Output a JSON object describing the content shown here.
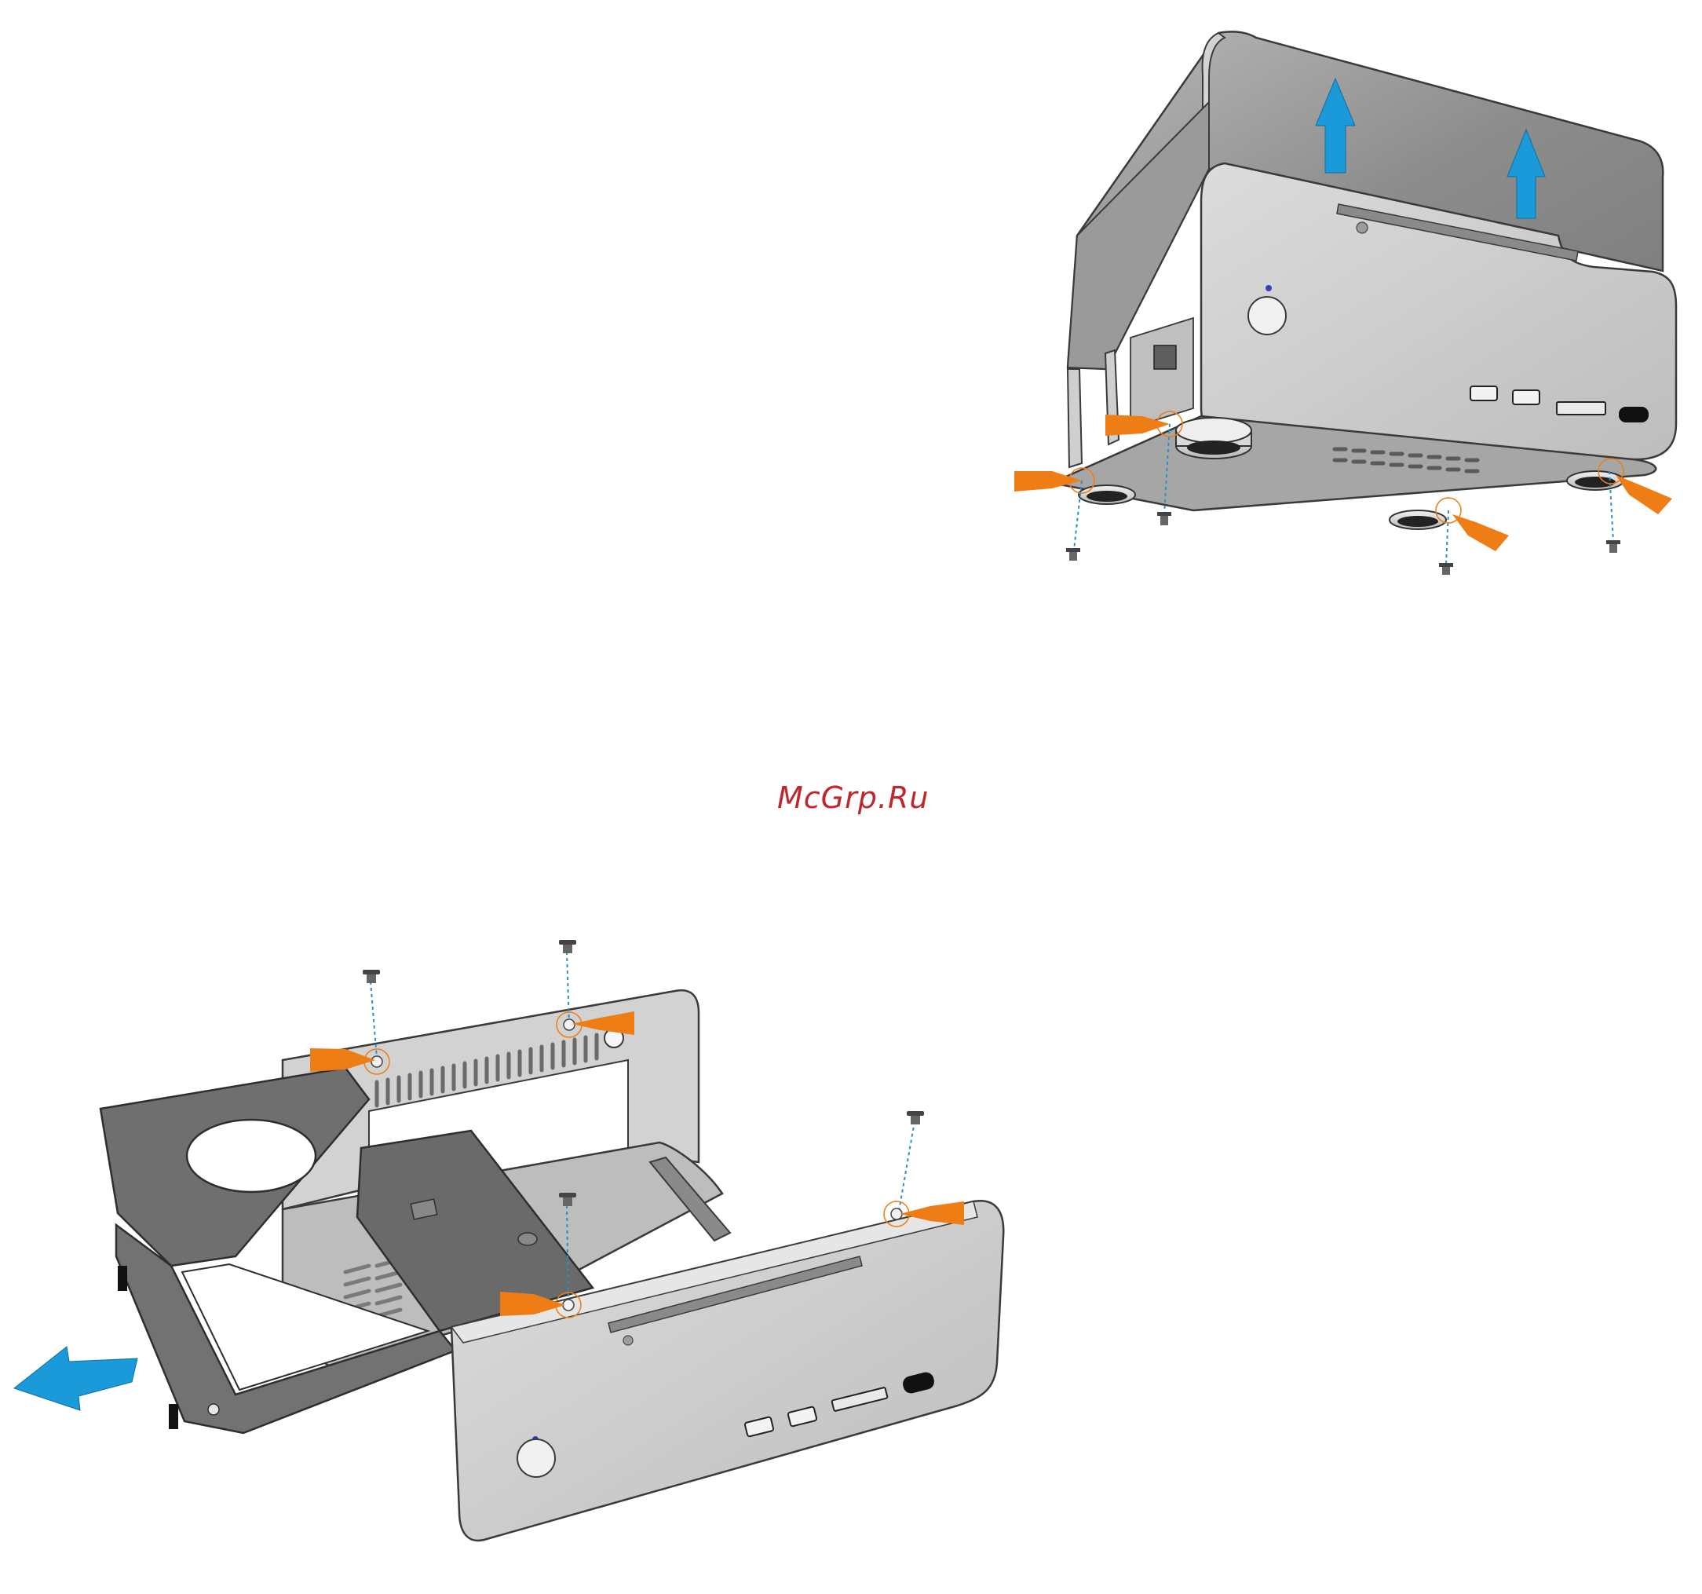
{
  "watermark": {
    "text": "McGrp.Ru",
    "color": "#c0272d"
  },
  "colors": {
    "background": "#ffffff",
    "case_light": "#c8c8c8",
    "case_mid": "#a9a9a9",
    "case_dark": "#7e7e7e",
    "tray_dark": "#6f6f6f",
    "outline": "#3a3a3a",
    "orange_arrow": "#ee7d16",
    "blue_arrow": "#1a9ad9",
    "screw_line": "#2a8fc7",
    "power_led": "#3040c0"
  },
  "figures": [
    {
      "name": "top-cover-removal",
      "icons": [
        "blue-arrow-up-icon",
        "orange-pointer-icon",
        "screw-icon",
        "foot-icon"
      ]
    },
    {
      "name": "drive-tray-removal",
      "icons": [
        "blue-arrow-left-icon",
        "orange-pointer-icon",
        "screw-icon"
      ]
    }
  ]
}
